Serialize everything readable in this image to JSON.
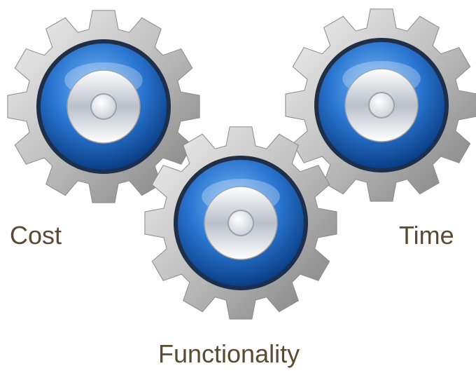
{
  "labels": {
    "cost": "Cost",
    "functionality": "Functionality",
    "time": "Time"
  },
  "gears": [
    {
      "name": "gear-cost",
      "teeth": 12
    },
    {
      "name": "gear-time",
      "teeth": 12
    },
    {
      "name": "gear-functionality",
      "teeth": 12
    }
  ],
  "colors": {
    "label_text": "#5a4a32",
    "gear_metal_light": "#f2f2f2",
    "gear_metal_mid": "#c4c4c4",
    "gear_metal_dark": "#7d7d7d",
    "ring_dark": "#0b3f86",
    "ring_blue": "#2a76d2",
    "ring_light": "#7fb9f0",
    "hub_light": "#ffffff",
    "hub_dark": "#b9c0ca"
  }
}
